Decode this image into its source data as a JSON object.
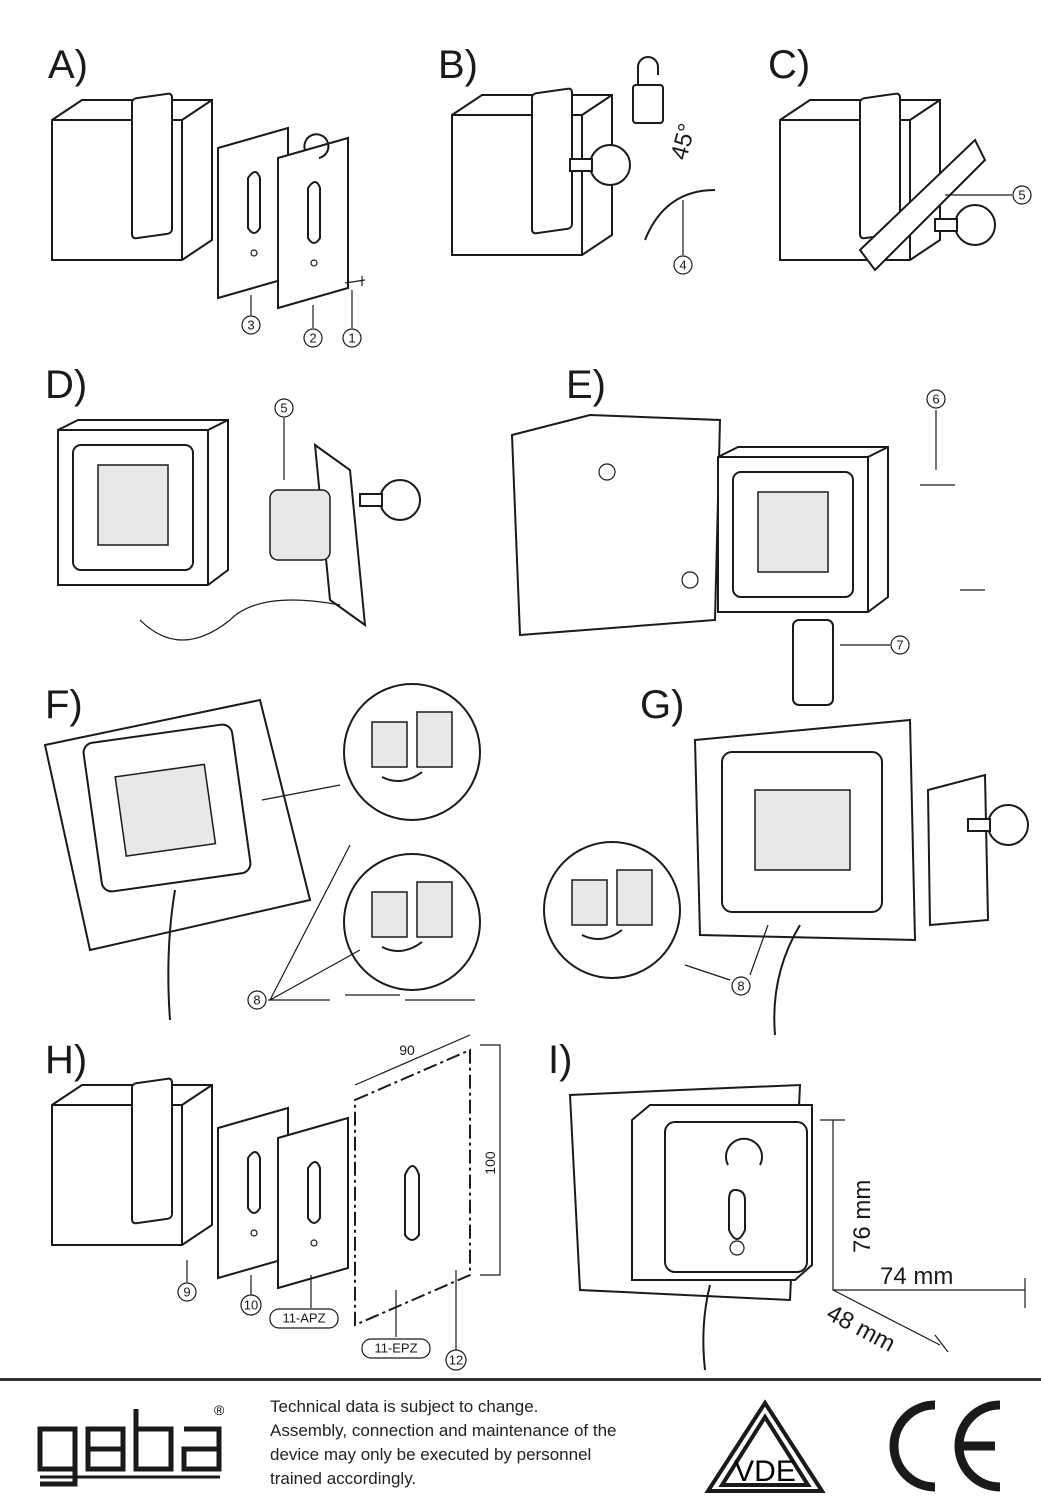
{
  "panels": {
    "a": "A)",
    "b": "B)",
    "c": "C)",
    "d": "D)",
    "e": "E)",
    "f": "F)",
    "g": "G)",
    "h": "H)",
    "i": "I)"
  },
  "callouts": {
    "a1": "1",
    "a2": "2",
    "a3": "3",
    "b4": "4",
    "b_angle": "45°",
    "c5": "5",
    "d5": "5",
    "e6": "6",
    "e7": "7",
    "f8": "8",
    "g8": "8",
    "h9": "9",
    "h10": "10",
    "h11apz": "11-APZ",
    "h11epz": "11-EPZ",
    "h12": "12"
  },
  "dimensions": {
    "plate_width": "90",
    "plate_height": "100",
    "height": "76 mm",
    "width": "74 mm",
    "depth": "48 mm"
  },
  "footer": {
    "brand": "geba",
    "registered": "®",
    "notice": [
      "Technical data is subject to change.",
      "Assembly, connection and maintenance of the",
      "device may only be executed by personnel",
      "trained accordingly."
    ],
    "vde_mark": "VDE",
    "ce_mark": "CE"
  },
  "colors": {
    "ink": "#1a1a1a",
    "paper": "#ffffff"
  }
}
